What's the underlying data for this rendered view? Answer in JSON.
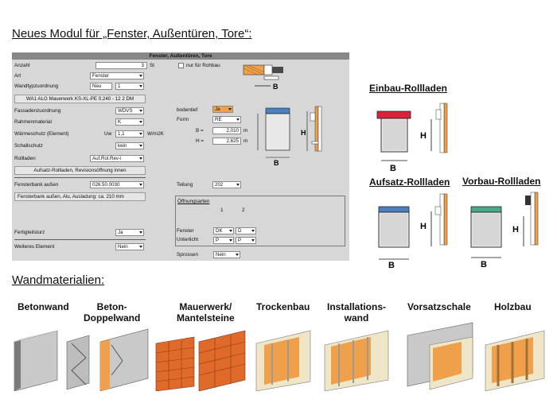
{
  "headings": {
    "top": "Neues Modul für „Fenster, Außentüren, Tore“:",
    "walls": "Wandmaterialien:"
  },
  "dialog": {
    "title": "Fenster, Außentüren, Tore",
    "anzahl": {
      "label": "Anzahl",
      "value": "3",
      "unit": "St"
    },
    "nur_rohbau": "nur für Rohbau",
    "art": {
      "label": "Art",
      "value": "Fenster"
    },
    "wandtyp": {
      "label": "Wandtypzuordnung",
      "value1": "Neu",
      "value2": "1"
    },
    "wall_desc": "WA1 ALG Mauerwerk KS-XL-PE 0,240 - 12 2 DM",
    "fassade": {
      "label": "Fassadenzuordnung",
      "value": "WDVS"
    },
    "rahmen": {
      "label": "Rahmenmaterial",
      "value": "K"
    },
    "waerme": {
      "label": "Wärmeschutz (Element)",
      "sym": "Uw",
      "value": "1,1",
      "unit": "W/m2K"
    },
    "schall": {
      "label": "Schallschutz",
      "value": "kein"
    },
    "rolladen": {
      "label": "Rollladen",
      "value": "Auf.Rol.Rev-i"
    },
    "rolladen_desc": "Aufsatz-Rollladen, Revisionsöffnung innen",
    "bodentief": {
      "label": "bodentief",
      "value": "Ja"
    },
    "form": {
      "label": "Form",
      "value": "RE"
    },
    "b": {
      "label": "B =",
      "value": "2,010",
      "unit": "m"
    },
    "h": {
      "label": "H =",
      "value": "2,625",
      "unit": "m"
    },
    "fensterbank": {
      "label": "Fensterbank außen",
      "value": "026.50.0030"
    },
    "fensterbank_desc": "Fensterbank außen, Alu, Ausladung: ca. 210 mm",
    "teilung": {
      "label": "Teilung",
      "value": "202"
    },
    "oeffnungsarten": {
      "title": "Öffnungsarten",
      "col1": "1",
      "col2": "2"
    },
    "fenster_row": {
      "label": "Fenster",
      "v1": "DK",
      "v2": "D"
    },
    "unterlicht_row": {
      "label": "Unterlicht",
      "v1": "P",
      "v2": "P"
    },
    "sprossen": {
      "label": "Sprossen",
      "value": "Nein"
    },
    "fertigteilsturz": {
      "label": "Fertigteilsturz",
      "value": "Ja"
    },
    "weiteres": {
      "label": "Weiteres Element",
      "value": "Nein"
    },
    "drawing_b": "B",
    "drawing_h": "H"
  },
  "rolladen_types": {
    "einbau": "Einbau-Rollladen",
    "aufsatz": "Aufsatz-Rollladen",
    "vorbau": "Vorbau-Rollladen",
    "b": "B",
    "h": "H"
  },
  "walls": [
    {
      "label": "Betonwand"
    },
    {
      "label": "Beton-\nDoppelwand"
    },
    {
      "label": "Mauerwerk/\nMantelsteine"
    },
    {
      "label": "Trockenbau"
    },
    {
      "label": "Installations-\nwand"
    },
    {
      "label": "Vorsatzschale"
    },
    {
      "label": "Holzbau"
    }
  ],
  "colors": {
    "einbau_box": "#d8243a",
    "aufsatz_box": "#4a7fc0",
    "vorbau_box": "#4aa888",
    "orange": "#f0a04a",
    "brick": "#e06a2a"
  }
}
